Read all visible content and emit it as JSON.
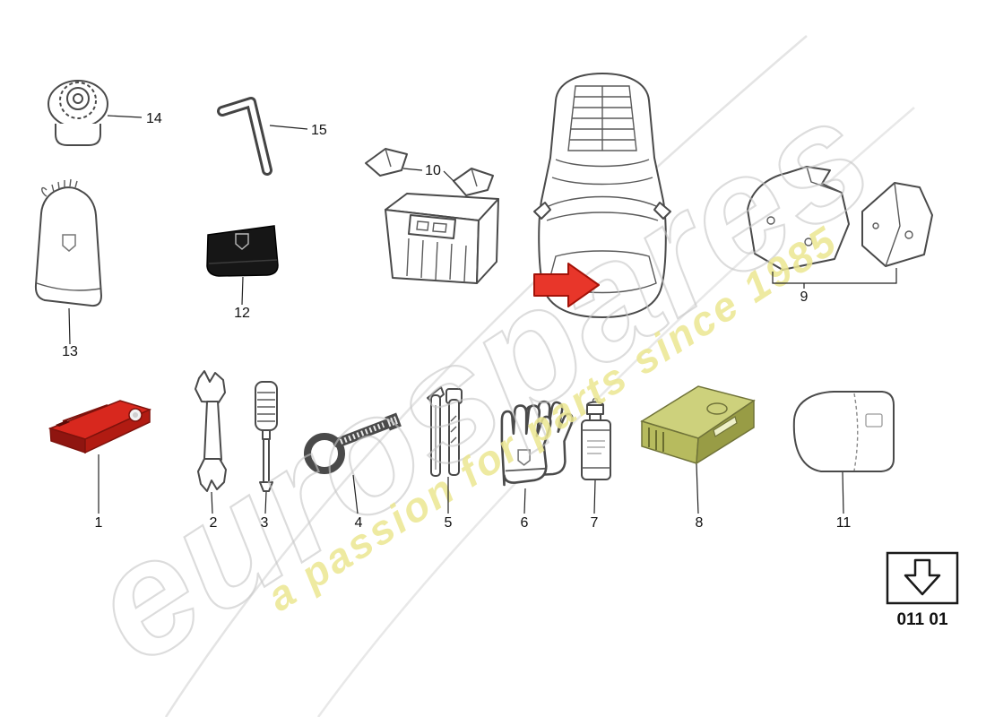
{
  "watermark": {
    "brand": "eurospares",
    "tagline": "a passion for parts since 1985"
  },
  "diagram": {
    "part_code": "011 01",
    "labels": {
      "p1": "1",
      "p2": "2",
      "p3": "3",
      "p4": "4",
      "p5": "5",
      "p6": "6",
      "p7": "7",
      "p8": "8",
      "p9": "9",
      "p10": "10",
      "p11": "11",
      "p12": "12",
      "p13": "13",
      "p14": "14",
      "p15": "15"
    }
  },
  "icons": {
    "download_arrow": "down-arrow-in-box",
    "storage_arrow": "red-right-arrow"
  },
  "colors": {
    "arrow_red": "#e8362a",
    "tool_red": "#d8281e",
    "compressor_green": "#cdd17c",
    "watermark_gray": "#c6c6c6",
    "tagline_yellow": "#ece791",
    "line_dark": "#4a4a4a"
  }
}
